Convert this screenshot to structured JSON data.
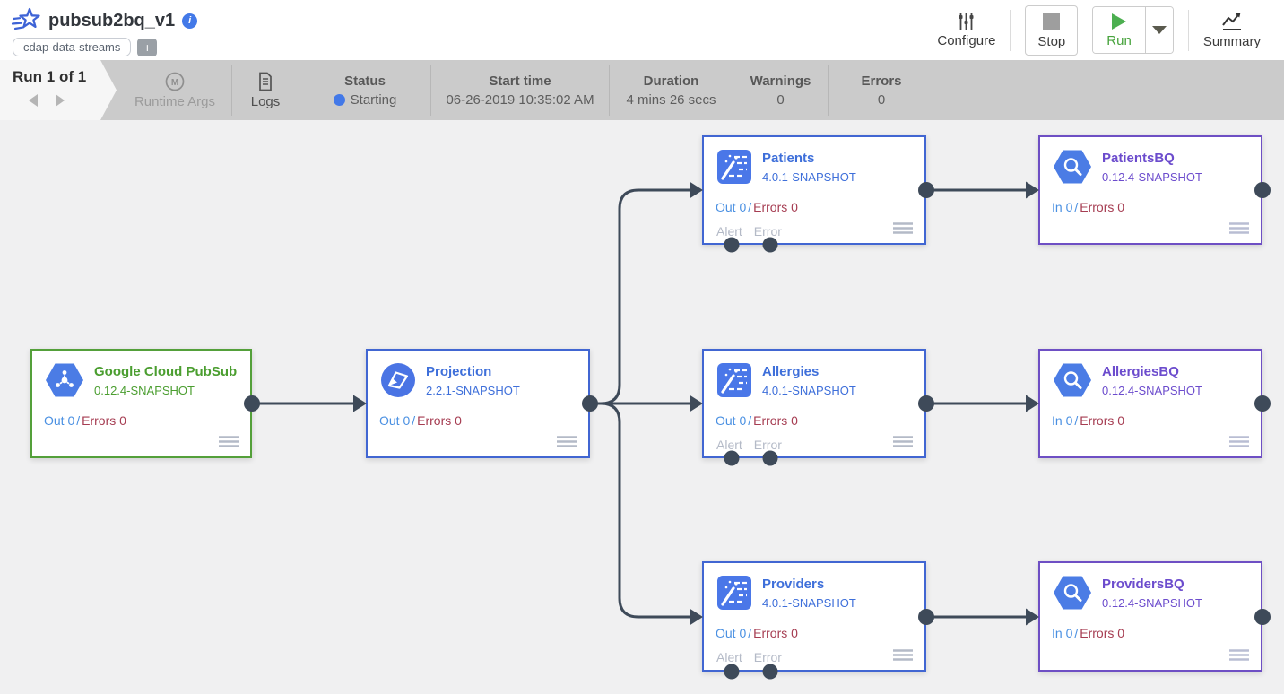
{
  "header": {
    "title": "pubsub2bq_v1",
    "tag": "cdap-data-streams",
    "add_tag": "+",
    "configure": "Configure",
    "stop": "Stop",
    "run": "Run",
    "summary": "Summary"
  },
  "run_bar": {
    "run_counter": "Run 1 of 1",
    "runtime_args": "Runtime Args",
    "logs": "Logs",
    "status": {
      "label": "Status",
      "value": "Starting",
      "dot_color": "#4379e8"
    },
    "start_time": {
      "label": "Start time",
      "value": "06-26-2019 10:35:02 AM"
    },
    "duration": {
      "label": "Duration",
      "value": "4 mins 26 secs"
    },
    "warnings": {
      "label": "Warnings",
      "value": "0"
    },
    "errors": {
      "label": "Errors",
      "value": "0"
    }
  },
  "pipeline": {
    "nodes": [
      {
        "id": "pubsub",
        "name": "Google Cloud PubSub",
        "version": "0.12.4-SNAPSHOT",
        "accent": "#54a03a",
        "icon": "pubsub-hexagon-icon",
        "metrics": {
          "io": "Out 0",
          "separator": "/",
          "errors": "Errors 0"
        }
      },
      {
        "id": "projection",
        "name": "Projection",
        "version": "2.2.1-SNAPSHOT",
        "accent": "#4166d2",
        "icon": "projection-icon",
        "metrics": {
          "io": "Out 0",
          "separator": "/",
          "errors": "Errors 0"
        }
      },
      {
        "id": "patients",
        "name": "Patients",
        "version": "4.0.1-SNAPSHOT",
        "accent": "#4166d2",
        "icon": "wrangler-icon",
        "metrics": {
          "io": "Out 0",
          "separator": "/",
          "errors": "Errors 0"
        },
        "ports": {
          "alert": "Alert",
          "error": "Error"
        }
      },
      {
        "id": "allergies",
        "name": "Allergies",
        "version": "4.0.1-SNAPSHOT",
        "accent": "#4166d2",
        "icon": "wrangler-icon",
        "metrics": {
          "io": "Out 0",
          "separator": "/",
          "errors": "Errors 0"
        },
        "ports": {
          "alert": "Alert",
          "error": "Error"
        }
      },
      {
        "id": "providers",
        "name": "Providers",
        "version": "4.0.1-SNAPSHOT",
        "accent": "#4166d2",
        "icon": "wrangler-icon",
        "metrics": {
          "io": "Out 0",
          "separator": "/",
          "errors": "Errors 0"
        },
        "ports": {
          "alert": "Alert",
          "error": "Error"
        }
      },
      {
        "id": "patientsbq",
        "name": "PatientsBQ",
        "version": "0.12.4-SNAPSHOT",
        "accent": "#6e4fc4",
        "icon": "bigquery-hexagon-icon",
        "metrics": {
          "io": "In 0",
          "separator": "/",
          "errors": "Errors 0"
        }
      },
      {
        "id": "allergiesbq",
        "name": "AllergiesBQ",
        "version": "0.12.4-SNAPSHOT",
        "accent": "#6e4fc4",
        "icon": "bigquery-hexagon-icon",
        "metrics": {
          "io": "In 0",
          "separator": "/",
          "errors": "Errors 0"
        }
      },
      {
        "id": "providersbq",
        "name": "ProvidersBQ",
        "version": "0.12.4-SNAPSHOT",
        "accent": "#6e4fc4",
        "icon": "bigquery-hexagon-icon",
        "metrics": {
          "io": "In 0",
          "separator": "/",
          "errors": "Errors 0"
        }
      }
    ],
    "connections": [
      "Google Cloud PubSub -> Projection",
      "Projection -> Patients",
      "Projection -> Allergies",
      "Projection -> Providers",
      "Patients -> PatientsBQ",
      "Allergies -> AllergiesBQ",
      "Providers -> ProvidersBQ"
    ]
  },
  "colors": {
    "accent_green": "#54a03a",
    "accent_blue": "#4166d2",
    "accent_purple": "#6e4fc4",
    "metrics_io_blue": "#4a90e2",
    "metrics_errors_red": "#a63d52",
    "connection_slate": "#3e4a59",
    "canvas_background": "#f0f0f1",
    "runbar_background": "#cbcbcb",
    "run_green": "#47a33c",
    "status_dot_blue": "#4379e8"
  }
}
